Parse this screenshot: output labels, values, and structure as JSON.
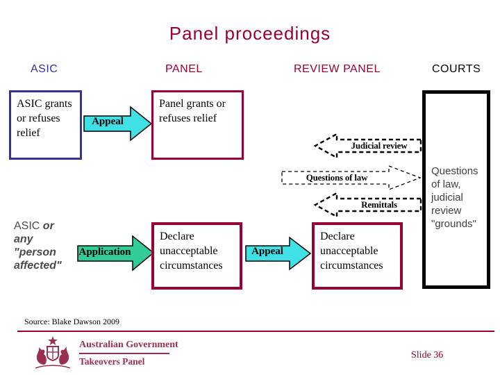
{
  "title": "Panel proceedings",
  "headers": {
    "asic": "ASIC",
    "panel": "PANEL",
    "review_panel": "REVIEW PANEL",
    "courts": "COURTS"
  },
  "row1": {
    "asic_box": "ASIC grants or refuses relief",
    "appeal_arrow": "Appeal",
    "panel_box": "Panel grants or refuses relief"
  },
  "dashed_arrows": {
    "judicial_review": "Judicial review",
    "questions_of_law": "Questions of law",
    "remittals": "Remittals"
  },
  "courts_box": {
    "note": "Questions of law, judicial review \"grounds\""
  },
  "row2": {
    "applicant_normal": "ASIC ",
    "applicant_emphasis": "or any \"person affected\"",
    "application_arrow": "Application",
    "panel_box": "Declare unacceptable circumstances",
    "appeal_arrow": "Appeal",
    "review_box": "Declare unacceptable circumstances"
  },
  "footer": {
    "source": "Source: Blake Dawson 2009",
    "government": "Australian Government",
    "agency": "Takeovers Panel",
    "slide_number": "Slide 36"
  },
  "colors": {
    "maroon": "#990033",
    "blue": "#333399",
    "cyan": "#3FE0E6",
    "green": "#33CC99",
    "logo": "#9a3050",
    "graytext": "#3f3f3f"
  }
}
